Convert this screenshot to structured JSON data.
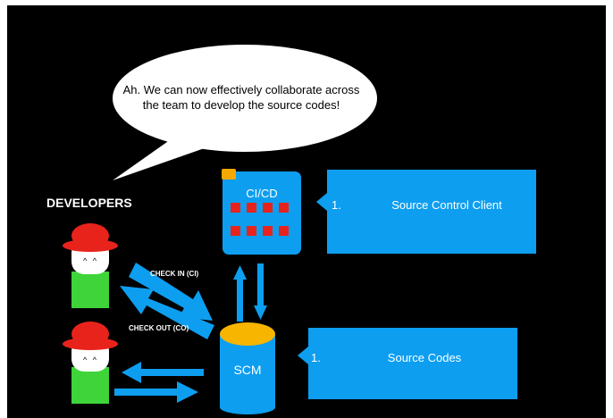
{
  "speech_bubble": {
    "text": "Ah. We can now effectively collaborate across the team to develop the source codes!"
  },
  "developers": {
    "title": "DEVELOPERS",
    "face": "^ ^"
  },
  "arrows": {
    "check_in": "CHECK IN (CI)",
    "check_out": "CHECK OUT (CO)"
  },
  "cicd": {
    "label": "CI/CD"
  },
  "scm": {
    "label": "SCM"
  },
  "panels": [
    {
      "number": "1.",
      "text": "Source Control Client"
    },
    {
      "number": "1.",
      "text": "Source Codes"
    }
  ],
  "colors": {
    "background": "#000000",
    "blue": "#0d9ef0",
    "hat_red": "#e8231c",
    "body_green": "#3fd43a",
    "scm_top": "#f7b500",
    "cicd_badge": "#f5a800",
    "chip_red": "#e8231c"
  }
}
